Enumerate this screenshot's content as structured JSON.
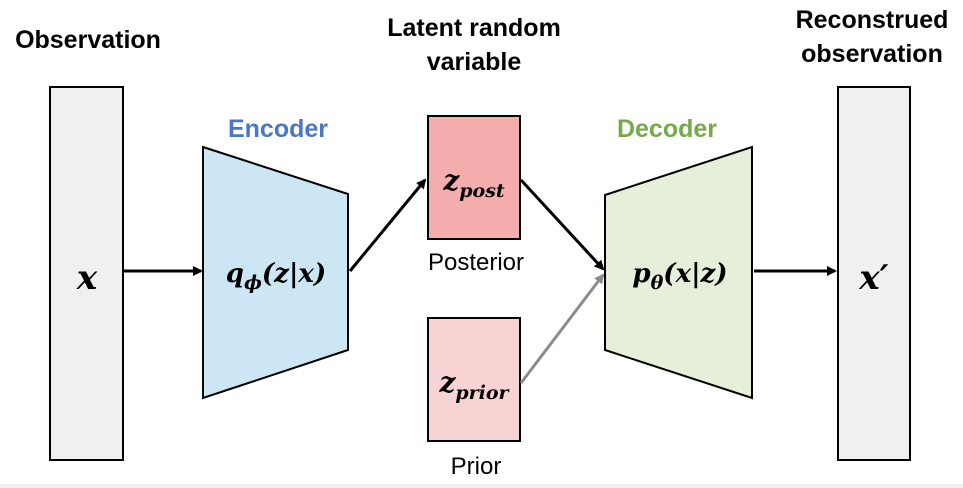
{
  "headers": {
    "observation": "Observation",
    "latent_line1": "Latent random",
    "latent_line2": "variable",
    "reconstructed_line1": "Reconstrued",
    "reconstructed_line2": "observation"
  },
  "encoder": {
    "label": "Encoder",
    "label_color": "#4a78c2",
    "fill": "#cde6f5",
    "formula_main": "q",
    "formula_sub": "ϕ",
    "formula_args": "(z|x)"
  },
  "decoder": {
    "label": "Decoder",
    "label_color": "#76a94a",
    "fill": "#e6efda",
    "formula_main": "p",
    "formula_sub": "θ",
    "formula_args": "(x|z)"
  },
  "observation": {
    "symbol": "x",
    "fill": "#f0f0f0"
  },
  "reconstruction": {
    "symbol": "x′",
    "fill": "#f0f0f0"
  },
  "posterior": {
    "symbol": "z",
    "sub": "post",
    "caption": "Posterior",
    "fill": "#f4adad"
  },
  "prior": {
    "symbol": "z",
    "sub": "prior",
    "caption": "Prior",
    "fill": "#f8d3d3"
  },
  "colors": {
    "arrow": "#000000",
    "prior_arrow": "#8c8c8c",
    "outline": "#000000"
  }
}
